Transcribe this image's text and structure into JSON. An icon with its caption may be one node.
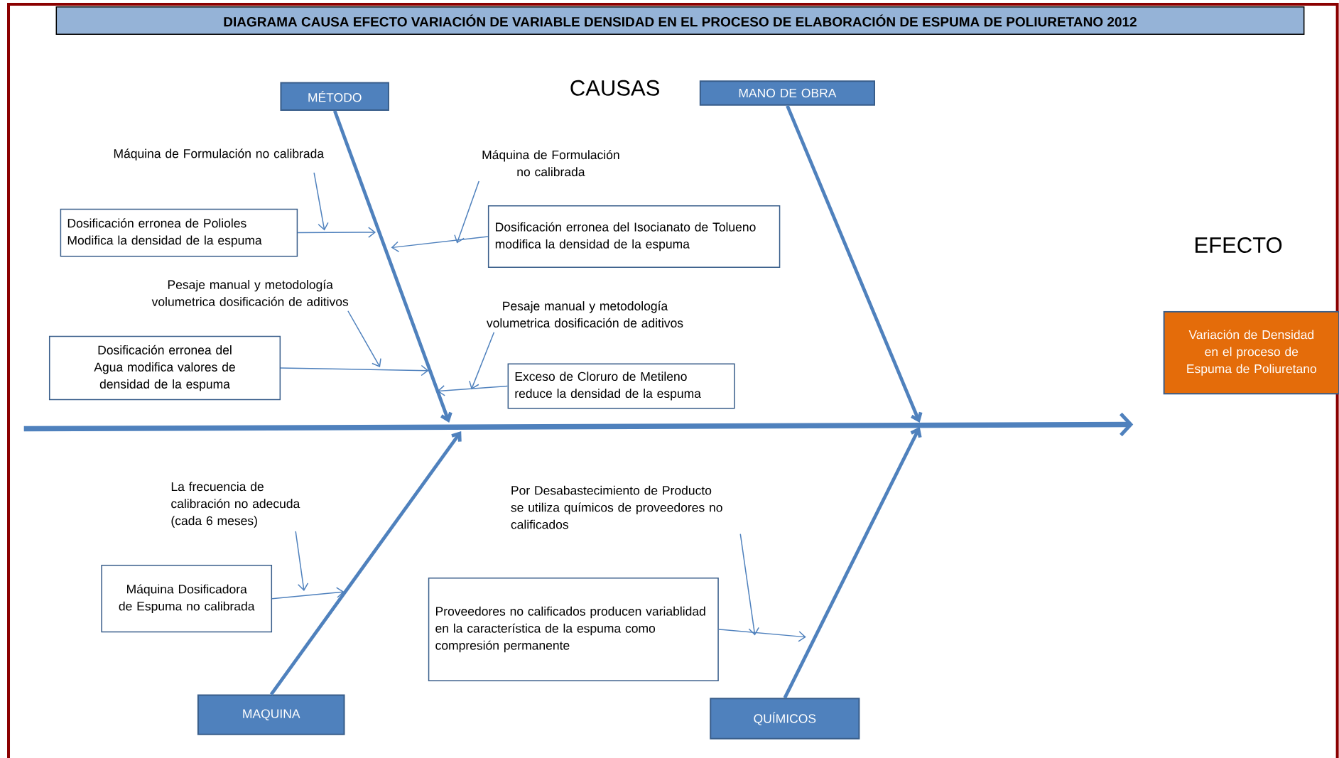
{
  "diagram": {
    "title": "DIAGRAMA CAUSA EFECTO VARIACIÓN DE VARIABLE DENSIDAD EN EL PROCESO DE ELABORACIÓN DE ESPUMA DE POLIURETANO 2012",
    "nodes": [
      {
        "text": [
          "MÉTODO"
        ]
      },
      {
        "text": [
          "MANO DE OBRA"
        ]
      },
      {
        "text": [
          "MAQUINA"
        ]
      },
      {
        "text": [
          "QUÍMICOS"
        ]
      },
      {
        "text": [
          "Variación de Densidad en el proceso de Espuma de Poliuretano"
        ]
      },
      {
        "text": [
          "Dosificación erronea de Polioles Modifica la densidad de la espuma"
        ]
      },
      {
        "text": [
          "Dosificación erronea del Isocianato de Tolueno modifica la densidad de la espuma"
        ]
      },
      {
        "text": [
          "Dosificación erronea del Agua modifica valores de densidad de la espuma"
        ]
      },
      {
        "text": [
          "Exceso de Cloruro de Metileno reduce la densidad de la espuma"
        ]
      },
      {
        "text": [
          "Máquina Dosificadora de Espuma no calibrada"
        ]
      },
      {
        "text": [
          "Proveedores no calificados producen variablidad en la característica de la espuma como compresión permanente"
        ]
      },
      {
        "text": [
          "Máquina de Formulación no calibrada"
        ]
      },
      {
        "text": [
          "Máquina de Formulación no calibrada"
        ]
      },
      {
        "text": [
          "Pesaje manual y metodología volumetrica dosificación de aditivos"
        ]
      },
      {
        "text": [
          "Pesaje manual y metodología volumetrica dosificación de aditivos"
        ]
      },
      {
        "text": [
          "La frecuencia de calibración no adecuda (cada 6 meses)"
        ]
      },
      {
        "text": [
          "Por Desabastecimiento de Producto se utiliza químicos de proveedores no calificados"
        ]
      }
    ],
    "edges": [
      {
        "from": 0,
        "to": null,
        "arrow": "to",
        "style": "thick"
      },
      {
        "from": 1,
        "to": null,
        "arrow": "to",
        "style": "thick"
      },
      {
        "from": 2,
        "to": null,
        "arrow": "to",
        "style": "thick"
      },
      {
        "from": 3,
        "to": null,
        "arrow": "to",
        "style": "thick"
      },
      {
        "from": 5,
        "to": null,
        "arrow": "to"
      },
      {
        "from": 6,
        "to": null,
        "arrow": "to"
      },
      {
        "from": 7,
        "to": null,
        "arrow": "to"
      },
      {
        "from": 8,
        "to": null,
        "arrow": "to"
      },
      {
        "from": 9,
        "to": null,
        "arrow": "to"
      },
      {
        "from": 10,
        "to": null,
        "arrow": "to"
      },
      {
        "from": 11,
        "to": null,
        "arrow": "to"
      },
      {
        "from": 12,
        "to": null,
        "arrow": "to"
      },
      {
        "from": 13,
        "to": null,
        "arrow": "to"
      },
      {
        "from": 14,
        "to": null,
        "arrow": "to"
      },
      {
        "from": 15,
        "to": null,
        "arrow": "to"
      },
      {
        "from": 16,
        "to": null,
        "arrow": "to"
      }
    ],
    "labels": [
      "CAUSAS",
      "EFECTO"
    ]
  }
}
